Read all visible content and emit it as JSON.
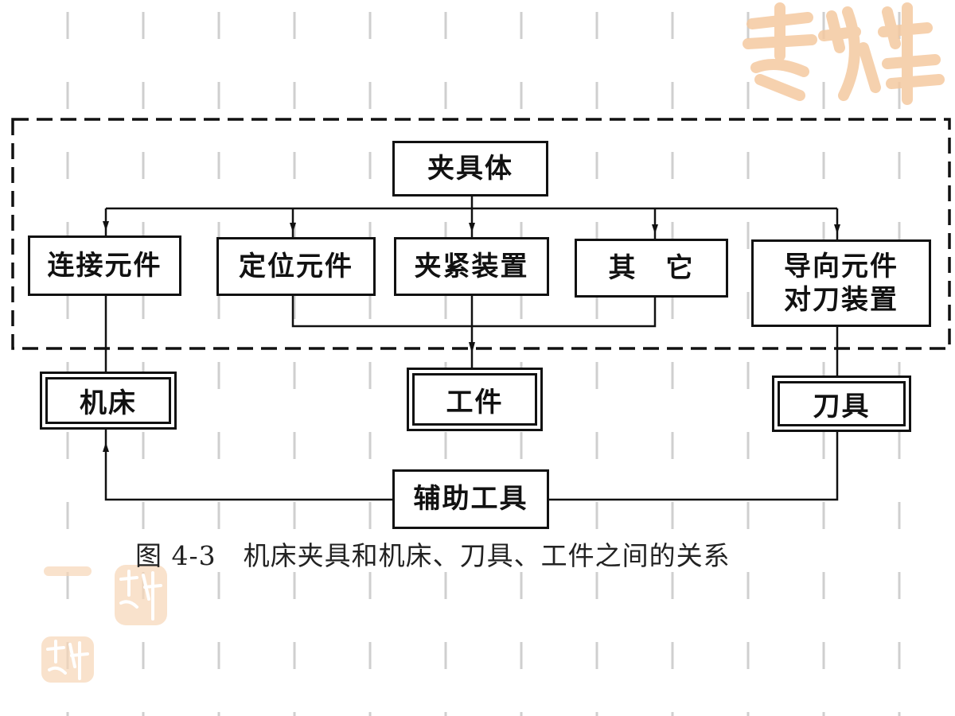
{
  "diagram": {
    "top_node": "夹具体",
    "fixture_components": [
      "连接元件",
      "定位元件",
      "夹紧装置",
      "其　它"
    ],
    "guide_component": {
      "line1": "导向元件",
      "line2": "对刀装置"
    },
    "external": {
      "machine": "机床",
      "workpiece": "工件",
      "tool": "刀具",
      "auxiliary": "辅助工具"
    },
    "caption": "图 4-3　机床夹具和机床、刀具、工件之间的关系"
  },
  "colors": {
    "line": "#111111",
    "grid": "#cfcfcf",
    "watermark": "#f4c9a0"
  }
}
